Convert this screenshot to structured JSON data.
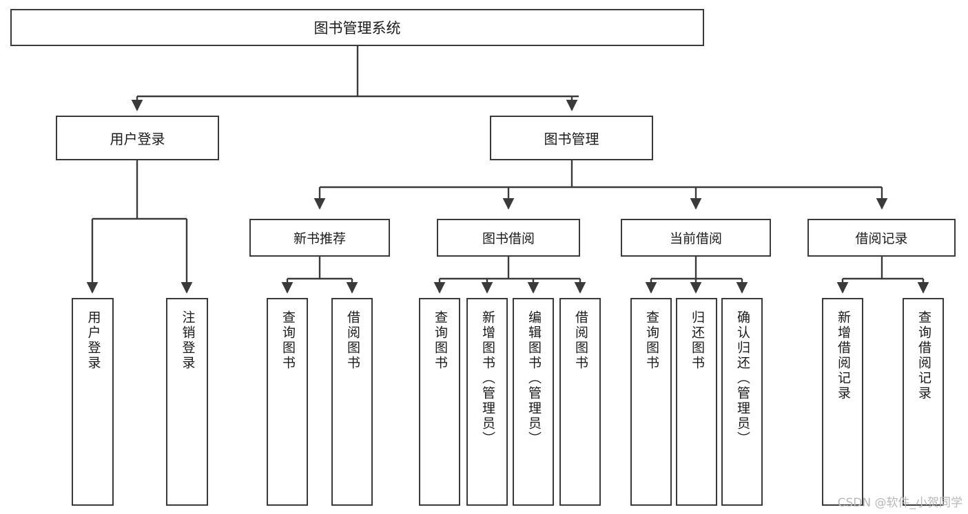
{
  "diagram": {
    "title": "图书管理系统",
    "watermark": "CSDN @软件_小贺同学",
    "colors": {
      "stroke": "#3a3a3a",
      "fill": "#ffffff",
      "text": "#1a1a1a",
      "watermark": "#b8b8b8"
    },
    "root": {
      "label": "图书管理系统"
    },
    "level2": [
      {
        "label": "用户登录"
      },
      {
        "label": "图书管理"
      }
    ],
    "level3": [
      {
        "label": "新书推荐"
      },
      {
        "label": "图书借阅"
      },
      {
        "label": "当前借阅"
      },
      {
        "label": "借阅记录"
      }
    ],
    "leaves": {
      "user_login": [
        {
          "label": "用户登录"
        },
        {
          "label": "注销登录"
        }
      ],
      "new_book_recommend": [
        {
          "label": "查询图书"
        },
        {
          "label": "借阅图书"
        }
      ],
      "book_borrow": [
        {
          "label": "查询图书"
        },
        {
          "label": "新增图书（管理员）"
        },
        {
          "label": "编辑图书（管理员）"
        },
        {
          "label": "借阅图书"
        }
      ],
      "current_borrow": [
        {
          "label": "查询图书"
        },
        {
          "label": "归还图书"
        },
        {
          "label": "确认归还（管理员）"
        }
      ],
      "borrow_records": [
        {
          "label": "新增借阅记录"
        },
        {
          "label": "查询借阅记录"
        }
      ]
    }
  }
}
